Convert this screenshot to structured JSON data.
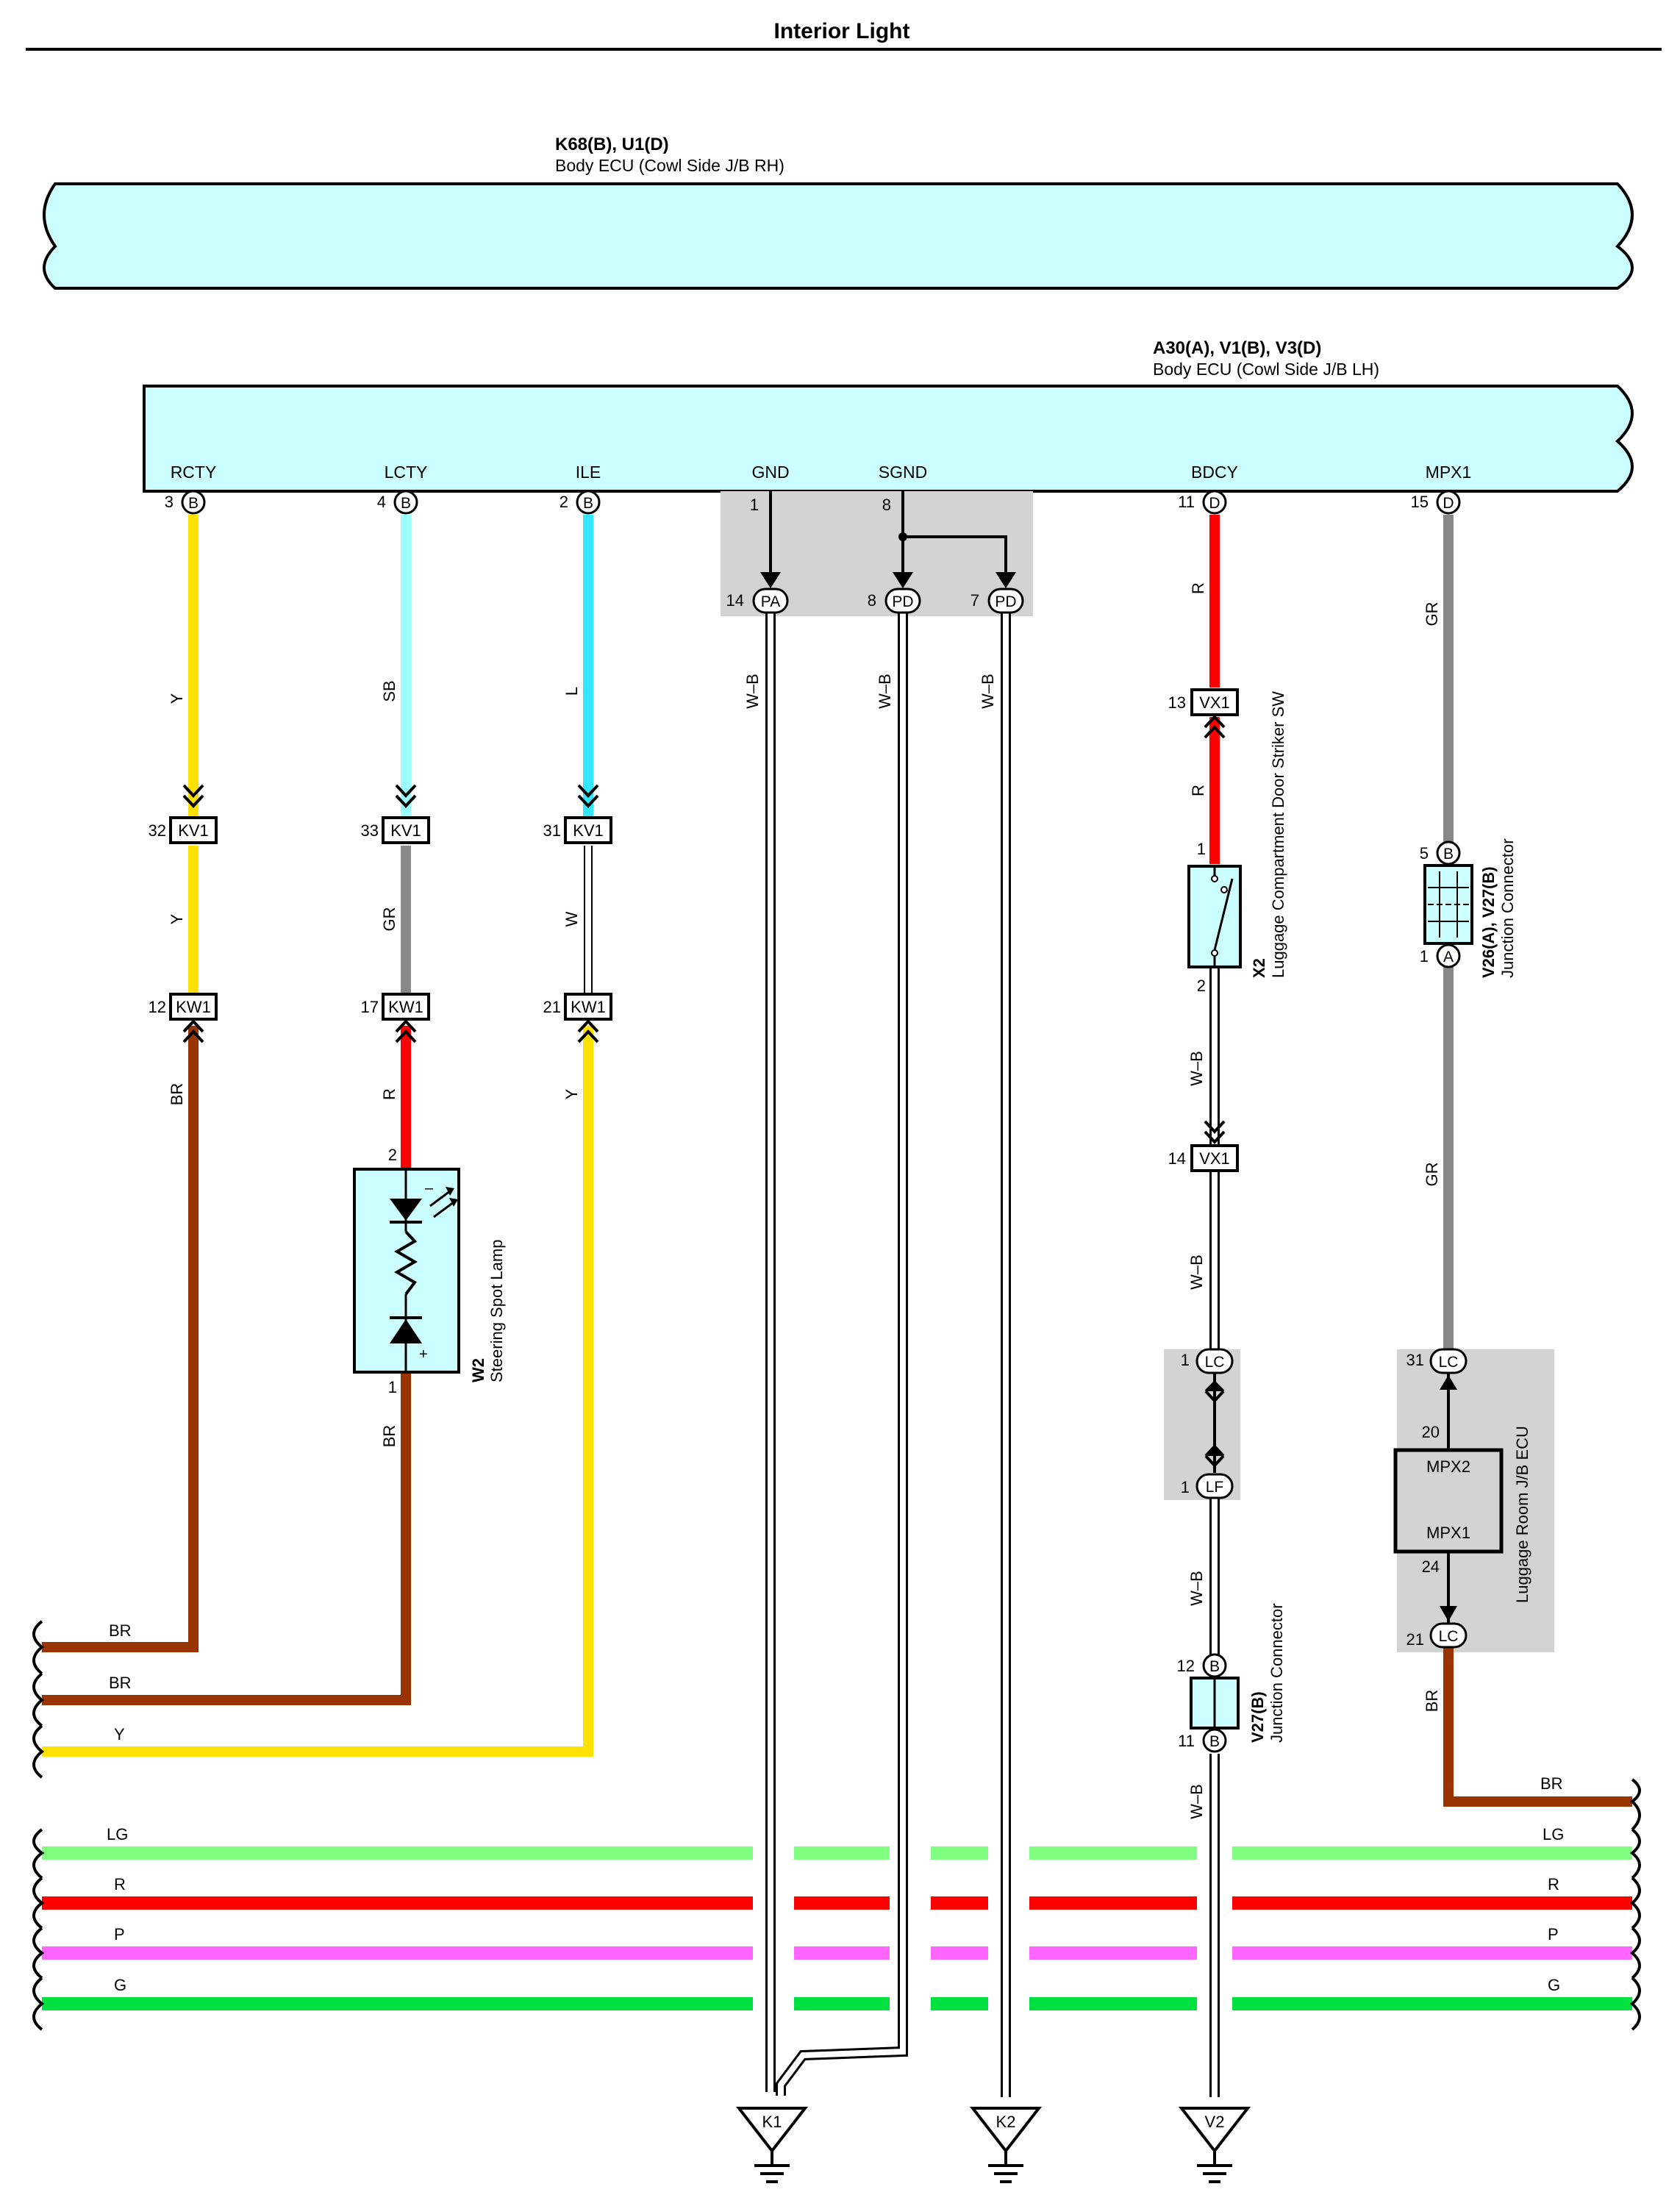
{
  "title": "Interior Light",
  "ecu_rh": {
    "code": "K68(B), U1(D)",
    "name": "Body ECU (Cowl Side J/B RH)"
  },
  "ecu_lh": {
    "code": "A30(A), V1(B), V3(D)",
    "name": "Body ECU (Cowl Side J/B LH)"
  },
  "terminals": [
    {
      "id": "rcty",
      "label": "RCTY",
      "pin": "3",
      "conn": "B"
    },
    {
      "id": "lcty",
      "label": "LCTY",
      "pin": "4",
      "conn": "B"
    },
    {
      "id": "ile",
      "label": "ILE",
      "pin": "2",
      "conn": "B"
    },
    {
      "id": "gnd",
      "label": "GND",
      "pin": "1"
    },
    {
      "id": "sgnd",
      "label": "SGND",
      "pin": "8"
    },
    {
      "id": "bdcy",
      "label": "BDCY",
      "pin": "11",
      "conn": "D"
    },
    {
      "id": "mpx1",
      "label": "MPX1",
      "pin": "15",
      "conn": "D"
    }
  ],
  "junctions": {
    "pa": {
      "pin": "14",
      "label": "PA"
    },
    "pd8": {
      "pin": "8",
      "label": "PD"
    },
    "pd7": {
      "pin": "7",
      "label": "PD"
    },
    "vx1_13": {
      "pin": "13",
      "label": "VX1"
    },
    "vx1_14": {
      "pin": "14",
      "label": "VX1"
    },
    "kv1_32": {
      "pin": "32",
      "label": "KV1"
    },
    "kv1_33": {
      "pin": "33",
      "label": "KV1"
    },
    "kv1_31": {
      "pin": "31",
      "label": "KV1"
    },
    "kw1_12": {
      "pin": "12",
      "label": "KW1"
    },
    "kw1_17": {
      "pin": "17",
      "label": "KW1"
    },
    "kw1_21": {
      "pin": "21",
      "label": "KW1"
    },
    "lc1": {
      "pin": "1",
      "label": "LC"
    },
    "lf1": {
      "pin": "1",
      "label": "LF"
    },
    "lc31": {
      "pin": "31",
      "label": "LC"
    },
    "lc21": {
      "pin": "21",
      "label": "LC"
    },
    "v27_12": {
      "pin": "12",
      "label": "B"
    },
    "v27_11": {
      "pin": "11",
      "label": "B"
    },
    "v26_5": {
      "pin": "5",
      "label": "B"
    },
    "v26_1": {
      "pin": "1",
      "label": "A"
    }
  },
  "wire_colors": {
    "rcty_1": "Y",
    "rcty_2": "Y",
    "rcty_3": "BR",
    "lcty_1": "SB",
    "lcty_2": "GR",
    "lcty_3": "R",
    "lcty_4": "BR",
    "ile_1": "L",
    "ile_2": "W",
    "ile_3": "Y",
    "gnd": "W–B",
    "sgnd": "W–B",
    "pd7": "W–B",
    "bdcy_1": "R",
    "bdcy_2": "R",
    "bdcy_3": "W–B",
    "bdcy_4": "W–B",
    "bdcy_5": "W–B",
    "bdcy_6": "W–B",
    "mpx_1": "GR",
    "mpx_2": "GR",
    "mpx_3": "BR"
  },
  "components": {
    "w2": {
      "code": "W2",
      "name": "Steering Spot Lamp",
      "pin_top": "2",
      "pin_bottom": "1",
      "minus": "–",
      "plus": "+"
    },
    "x2": {
      "code": "X2",
      "name": "Luggage Compartment Door Striker SW",
      "pin_top": "1",
      "pin_bottom": "2"
    },
    "v26": {
      "code": "V26(A), V27(B)",
      "name": "Junction Connector"
    },
    "v27": {
      "code": "V27(B)",
      "name": "Junction Connector"
    },
    "luggage_ecu": {
      "name": "Luggage Room J/B ECU",
      "top_label": "MPX2",
      "bottom_label": "MPX1",
      "pin_top": "20",
      "pin_bottom": "24"
    }
  },
  "left_wires": [
    {
      "label": "BR",
      "color": "#993300"
    },
    {
      "label": "BR",
      "color": "#993300"
    },
    {
      "label": "Y",
      "color": "#FFE100"
    }
  ],
  "right_wire": {
    "label": "BR",
    "color": "#993300"
  },
  "bus": [
    {
      "label": "LG",
      "color": "#80FF80"
    },
    {
      "label": "R",
      "color": "#FF0000"
    },
    {
      "label": "P",
      "color": "#FF66FF"
    },
    {
      "label": "G",
      "color": "#00E040"
    }
  ],
  "grounds": [
    "K1",
    "K2",
    "V2"
  ],
  "colors": {
    "ecu_fill": "#CCFFFF",
    "shade": "#D3D3D3",
    "yellow": "#FFE100",
    "sky_blue": "#99FFFF",
    "light_blue": "#33E6FF",
    "gray": "#888888",
    "red": "#FF0000",
    "brown": "#993300"
  }
}
